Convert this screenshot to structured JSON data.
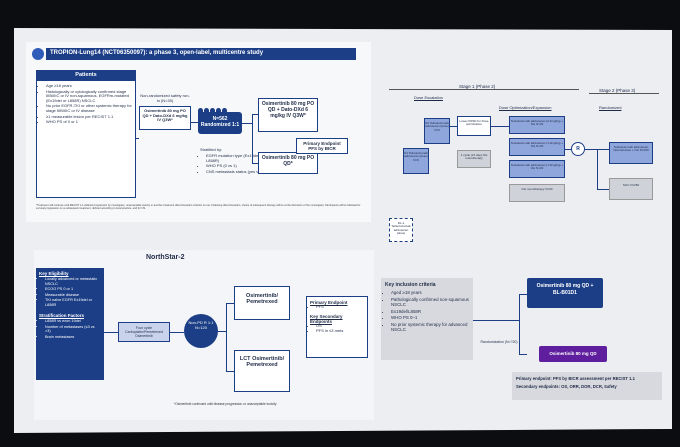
{
  "colors": {
    "navy": "#1c3e86",
    "dark": "#1e2a45",
    "purple": "#5e1e9e",
    "panel": "#eceef2"
  },
  "trial1": {
    "title": "TROPION-Lung14 (NCT06350097): a phase 3, open-label, multicentre study",
    "patients_header": "Patients",
    "criteria": [
      "Age ≥18 years",
      "Histologically or cytologically confirmed stage IIIB/IIIC or IV non-squamous, EGFRm-mutated (Ex19del or L858R) NSCLC",
      "No prior EGFR-TKI or other systemic therapy for stage IIIB/IIIC or IV disease",
      "≥1 measurable lesion per RECIST 1.1",
      "WHO PS of 0 or 1"
    ],
    "nonrand_label": "Non-randomized safety run-in (N=30)",
    "nonrand_arm": "Osimertinib 80 mg PO QD + Dato-DXd 6 mg/kg IV Q3W*",
    "randomized": "N=562 Randomized 1:1",
    "stratified_label": "Stratified by:",
    "stratified": [
      "EGFR mutation type (Ex19del vs L858R)",
      "WHO PS (0 vs 1)",
      "CNS metastasis status (yes vs no)"
    ],
    "arm1": "Osimertinib 80 mg PO QD + Dato-DXd 6 mg/kg IV Q3W*",
    "arm2": "Osimertinib 80 mg PO QD*",
    "endpoint": "Primary Endpoint PFS by BICR",
    "footnote": "*Treatment will continue until RECIST 1.1-defined progression by investigator, unacceptable toxicity or another treatment discontinuation criterion is met. Following discontinuation, choice of subsequent therapy will be at the discretion of the investigator. Participants will be followed for survival progression on a subsequent treatment, defined according to local practice, and for OS."
  },
  "stage": {
    "stage1": "Stage 1 (Phase 2)",
    "stage2": "Stage 2 (Phase 3)",
    "dose_esc": "Dose Escalation",
    "dose_opt": "Dose Optimization/Expansion",
    "rand_label": "Randomized",
    "esc_top": "N2 Telisotuzumab adizutecan (dose) N=6",
    "esc_mid": "N1 Telisotuzumab adizutecan (dose) N=6",
    "esc_bot": "DL-1 Telisotuzumab adizutecan (dose)",
    "select": "Lower RP2D for Dose optimization",
    "triple": "1 cycle (21 day) Osi monotherapy",
    "opt1": "Telisotuzumab adizutecan (2.4mg/kg) + Osi N=20",
    "opt2": "Telisotuzumab adizutecan (1.9mg/kg) + Osi N=20",
    "opt3": "Telisotuzumab adizutecan (1.6mg/kg) + Osi N=20",
    "opt4": "Osi monotherapy N=20",
    "r_label": "R",
    "p3a": "Telisotuzumab adizutecan Optimal dose + Osi N=250",
    "p3b": "SOC N=250"
  },
  "trial2": {
    "title": "NorthStar-2",
    "eligibility_title": "Key Eligibility",
    "eligibility": [
      "Locally advanced or metastatic NSCLC",
      "ECOG PS 0 or 1",
      "Measurable disease",
      "TKI naïve EGFR Ex19del or L858R"
    ],
    "strat_title": "Stratification Factors",
    "strat": [
      "L858R vs exon 19del",
      "Number of metastases (≤3 vs >3)",
      "Brain metastases"
    ],
    "induction": "Four cycle Carboplatin/Pemetrexed Osimertinib",
    "nonpd": "Non-PD R 1:1 N=120",
    "arm1": "Osimertinib/ Pemetrexed",
    "arm2": "LCT Osimertinib/ Pemetrexed",
    "primary_title": "Primary Endpoint",
    "primary": "PFS",
    "secondary_title": "Key Secondary Endpoints",
    "secondary": [
      "OS",
      "PFS in ≤3 mets"
    ],
    "footnote": "*Osimertinib continued until disease progression or unacceptable toxicity"
  },
  "trial3": {
    "incl_title": "Key inclusion criteria",
    "incl": [
      "Aged ≥18 years",
      "Pathologically confirmed non-squamous NSCLC",
      "Ex19del/L858R",
      "WHO PS 0–1",
      "No prior systemic therapy for advanced NSCLC"
    ],
    "rand": "Randomization (N=?20)",
    "arm1": "Osimertinib 80 mg QD + BL-B01D1",
    "arm2": "Osimertinib 80 mg QD",
    "primary": "Primary endpoint: PFS by BICR assessment per RECIST 1.1",
    "secondary": "Secondary endpoints: OS, ORR, DOR, DCR, Safety"
  }
}
